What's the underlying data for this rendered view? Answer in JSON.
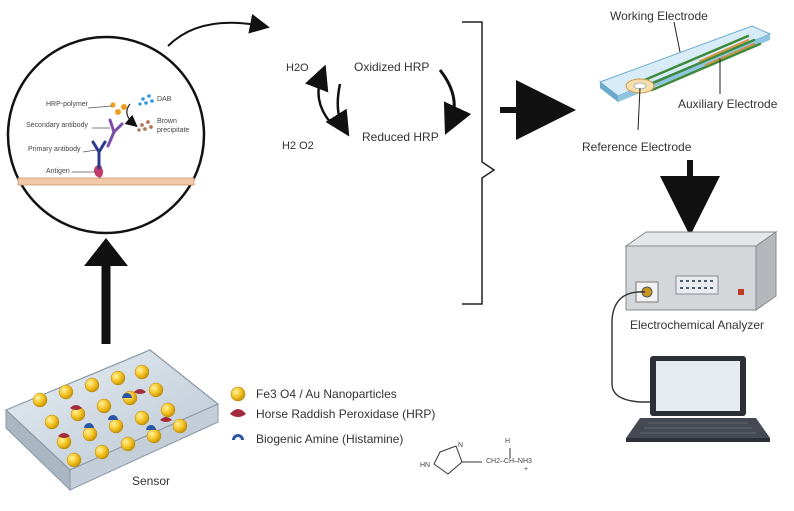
{
  "inset": {
    "hrp_polymer": "HRP-polymer",
    "dab": "DAB",
    "brown_precipitate_line1": "Brown",
    "brown_precipitate_line2": "precipitate",
    "secondary_antibody": "Secondary antibody",
    "primary_antibody": "Primary antibody",
    "antigen": "Antigen"
  },
  "cycle": {
    "h2o": "H2O",
    "h2o2": "H2 O2",
    "oxidized": "Oxidized HRP",
    "reduced": "Reduced HRP"
  },
  "electrode": {
    "working": "Working Electrode",
    "auxiliary": "Auxiliary Electrode",
    "reference": "Reference Electrode"
  },
  "analyzer": {
    "label": "Electrochemical Analyzer"
  },
  "legend": {
    "nanoparticles": "Fe3 O4 / Au Nanoparticles",
    "hrp": "Horse Raddish Peroxidase (HRP)",
    "amine": "Biogenic Amine (Histamine)"
  },
  "sensor": {
    "label": "Sensor"
  },
  "histamine": {
    "h": "H",
    "nh": "HN",
    "n": "N",
    "chain": "CH2–CH–NH3",
    "plus": "+"
  },
  "colors": {
    "gold": "#f4c21f",
    "hrp": "#a32a3a",
    "amine": "#2a55a8",
    "electrode_green": "#3f8a3a",
    "strip": "#7fc3e6"
  }
}
